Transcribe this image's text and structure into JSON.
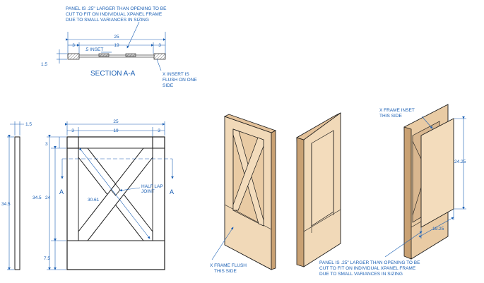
{
  "section": {
    "note_lines": [
      "PANEL IS .25\" LARGER THAN OPENING TO BE",
      "CUT TO FIT ON INDIVIDUAL XPANEL FRAME",
      "DUE TO SMALL VARIANCES IN SIZING"
    ],
    "dim_overall": "25",
    "dim_stile_left": "3",
    "dim_inner": "19",
    "dim_stile_right": "3",
    "dim_inset": ".5 INSET",
    "dim_thickness": "1.5",
    "title": "SECTION A-A",
    "insert_note_lines": [
      "X INSERT IS",
      "FLUSH ON ONE",
      "SIDE"
    ]
  },
  "side_view": {
    "dim_thickness": "1.5",
    "dim_height": "34.5"
  },
  "front_view": {
    "dim_overall": "25",
    "dim_stile_left": "3",
    "dim_inner": "19",
    "dim_stile_right": "3",
    "dim_top_rail": "3",
    "dim_height": "34.5",
    "dim_x_height": "24",
    "dim_bottom": "7.5",
    "dim_diagonal": "30.61",
    "section_marker_left": "A",
    "section_marker_right": "A",
    "joint_note_lines": [
      "HALF LAP",
      "JOINT"
    ]
  },
  "iso_views": {
    "flush_note_lines": [
      "X FRAME FLUSH",
      "THIS SIDE"
    ],
    "inset_note_lines": [
      "X FRAME INSET",
      "THIS SIDE"
    ],
    "dim_panel_height": "24.25",
    "dim_panel_width": "19.25",
    "panel_note_lines": [
      "PANEL IS .25\" LARGER THAN OPENING TO BE",
      "CUT TO FIT ON INDIVIDUAL XPANEL FRAME",
      "DUE TO SMALL VARIANCES IN SIZING"
    ]
  },
  "colors": {
    "annotation": "#1a5fb4",
    "wood_light": "#f3dcbc",
    "wood_mid": "#e4c29a",
    "wood_dark": "#c9a173",
    "line": "#1a1a1a"
  }
}
